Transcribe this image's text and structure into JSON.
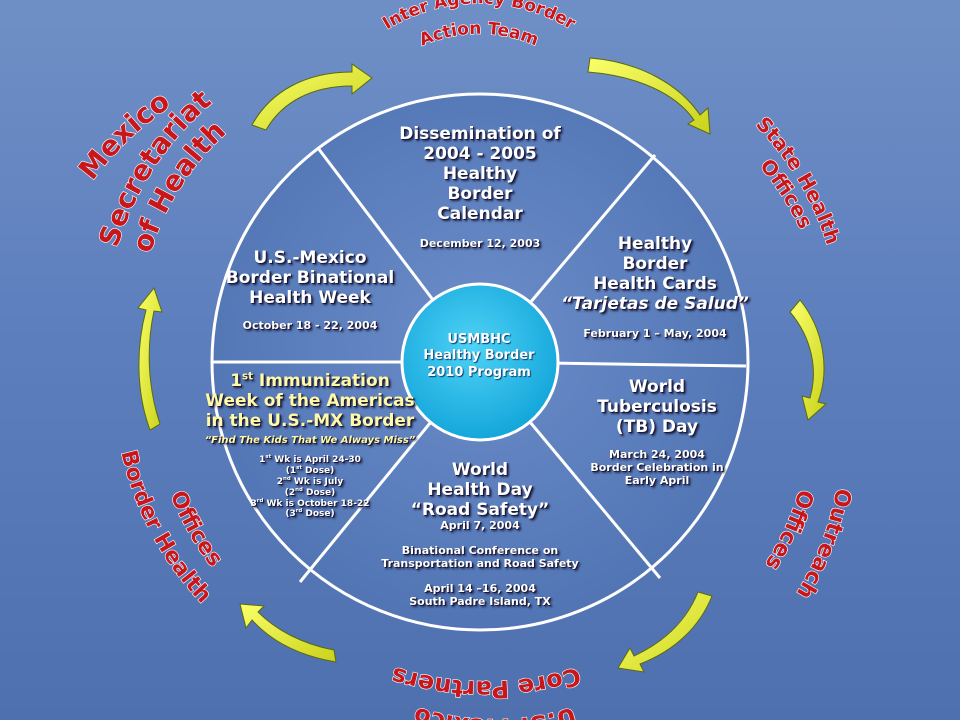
{
  "center": {
    "line1": "USMBHC",
    "line2": "Healthy Border",
    "line3": "2010 Program"
  },
  "segments": {
    "dissemination": {
      "line1": "Dissemination of",
      "line2": "2004 - 2005",
      "line3": "Healthy",
      "line4": "Border",
      "line5": "Calendar",
      "date": "December 12, 2003"
    },
    "health_cards": {
      "line1": "Healthy",
      "line2": "Border",
      "line3": "Health Cards",
      "line4": "“Tarjetas de Salud”",
      "date": "February 1 – May, 2004"
    },
    "tb_day": {
      "line1": "World",
      "line2": "Tuberculosis",
      "line3": "(TB) Day",
      "date": "March 24, 2004",
      "note1": "Border Celebration in",
      "note2": "Early April"
    },
    "world_health_day": {
      "line1": "World",
      "line2": "Health Day",
      "line3": "“Road Safety”",
      "date": "April 7, 2004",
      "conf1": "Binational Conference on",
      "conf2": "Transportation and Road Safety",
      "conf_date": "April 14 –16, 2004",
      "place": "South Padre Island, TX"
    },
    "immunization": {
      "ord": "1",
      "ord_sup": "st",
      "line1": "Immunization",
      "line2": "Week of the Americas",
      "line3": "in the U.S.-MX Border",
      "quote": "“Find The Kids That We Always Miss”",
      "wk1_a": "1",
      "wk1_sup": "st",
      "wk1_b": " Wk is April 24-30",
      "dose1_a": "(1",
      "dose1_sup": "st",
      "dose1_b": " Dose)",
      "wk2_a": "2",
      "wk2_sup": "nd",
      "wk2_b": " Wk is July",
      "dose2_a": "(2",
      "dose2_sup": "nd",
      "dose2_b": " Dose)",
      "wk3_a": "3",
      "wk3_sup": "rd",
      "wk3_b": " Wk is October 18-22",
      "dose3_a": "(3",
      "dose3_sup": "rd",
      "dose3_b": " Dose)"
    },
    "binational_week": {
      "line1": "U.S.-Mexico",
      "line2": "Border Binational",
      "line3": "Health Week",
      "date": "October 18 - 22, 2004"
    }
  },
  "outer_labels": {
    "inter_agency_1": "Inter Agency Border",
    "inter_agency_2": "Action Team",
    "state_1": "State Health",
    "state_2": "Offices",
    "outreach_1": "Outreach",
    "outreach_2": "Offices",
    "core_1": "U.S.-Mexico",
    "core_2": "Core Partners",
    "border_1": "Border Health",
    "border_2": "Offices",
    "mexico_1": "Mexico",
    "mexico_2": "Secretariat",
    "mexico_3": "of Health"
  },
  "colors": {
    "wheel_fill": "#5a7cbc",
    "wheel_stroke": "#ffffff",
    "center_fill": "#1fb7e6",
    "label_red": "#c8161b",
    "arrow_yellow": "#e7ee2a"
  }
}
